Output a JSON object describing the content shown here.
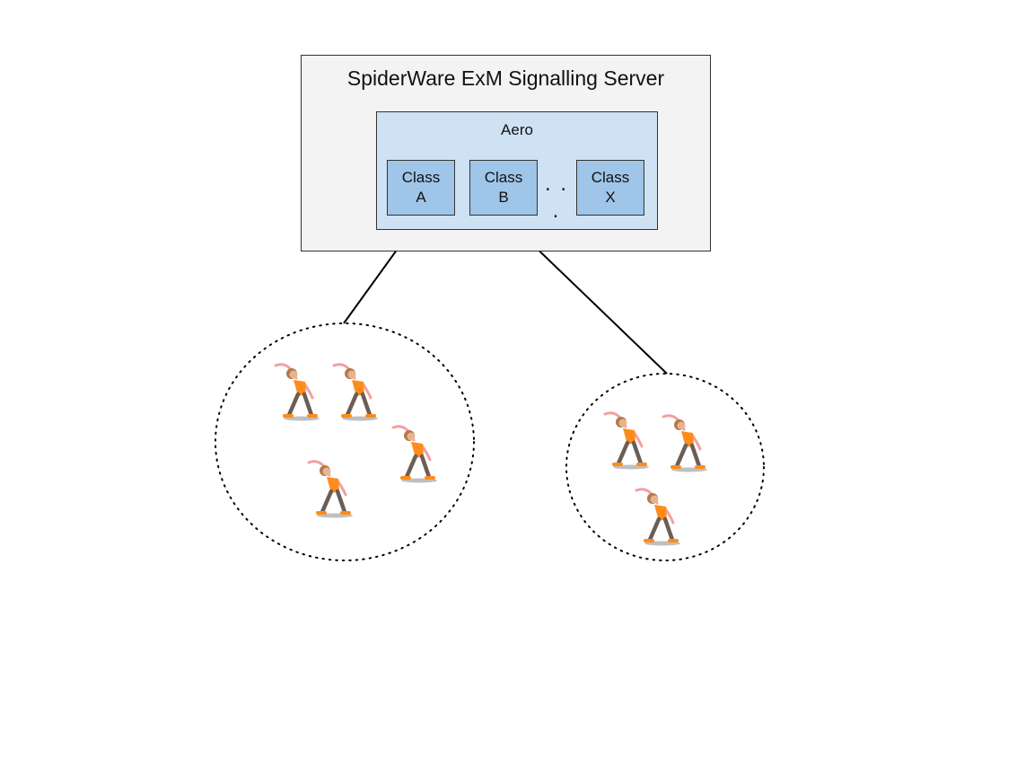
{
  "server": {
    "title": "SpiderWare ExM Signalling Server"
  },
  "aero": {
    "title": "Aero",
    "classes": [
      {
        "line1": "Class",
        "line2": "A"
      },
      {
        "line1": "Class",
        "line2": "B"
      },
      {
        "line1": "Class",
        "line2": "X"
      }
    ],
    "ellipsis": ". . ."
  },
  "groups": [
    {
      "connected_to": "Class A",
      "participants": 4
    },
    {
      "connected_to": "Class B",
      "participants": 3
    }
  ],
  "colors": {
    "server_fill": "#f3f3f3",
    "aero_fill": "#cfe2f3",
    "class_fill": "#9fc5e8",
    "participant_top": "#ff8c1a",
    "participant_legs": "#6b5e55",
    "participant_skin": "#f2a0a0"
  },
  "icons": {
    "participant": "exercising-person-icon"
  }
}
